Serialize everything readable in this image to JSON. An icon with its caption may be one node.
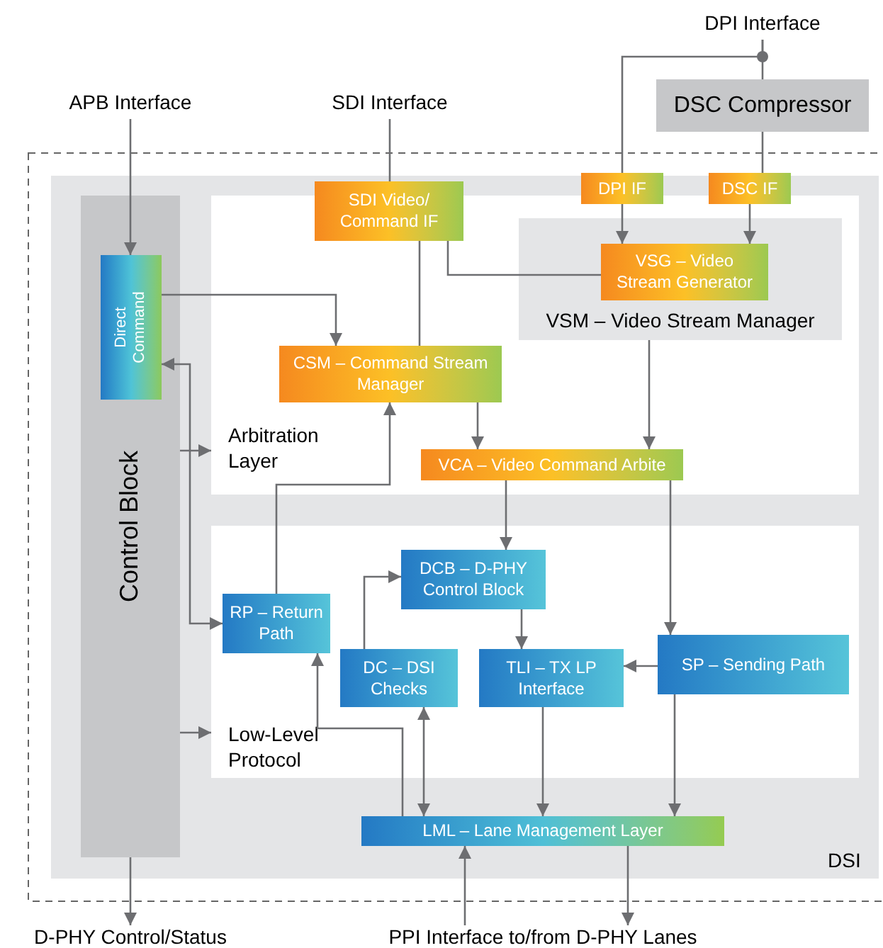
{
  "diagram": {
    "nodes": [
      {
        "text": [
          "DSI"
        ]
      },
      {
        "text": [
          "Control Block"
        ],
        "in": 0
      },
      {
        "text": [
          "Direct Command"
        ],
        "in": 1
      },
      {
        "text": [
          "Arbitration Layer"
        ],
        "in": 0
      },
      {
        "text": [
          "SDI Video/ Command IF"
        ],
        "in": 0
      },
      {
        "text": [
          "VSM – Video Stream Manager"
        ],
        "in": 3
      },
      {
        "text": [
          "VSG – Video Stream Generator"
        ],
        "in": 5
      },
      {
        "text": [
          "DPI IF"
        ],
        "in": 0
      },
      {
        "text": [
          "DSC IF"
        ],
        "in": 0
      },
      {
        "text": [
          "CSM – Command Stream Manager"
        ],
        "in": 3
      },
      {
        "text": [
          "VCA – Video Command Arbite"
        ],
        "in": 3
      },
      {
        "text": [
          "Low-Level Protocol"
        ],
        "in": 0
      },
      {
        "text": [
          "DCB – D-PHY Control Block"
        ],
        "in": 11
      },
      {
        "text": [
          "RP – Return Path"
        ],
        "in": 11
      },
      {
        "text": [
          "DC – DSI Checks"
        ],
        "in": 11
      },
      {
        "text": [
          "TLI – TX LP Interface"
        ],
        "in": 11
      },
      {
        "text": [
          "SP – Sending Path"
        ],
        "in": 11
      },
      {
        "text": [
          "LML – Lane Management Layer"
        ],
        "in": 0
      },
      {
        "text": [
          "DSC Compressor"
        ]
      },
      {
        "text": [
          "DPI Interface"
        ]
      },
      {
        "text": [
          "APB Interface"
        ]
      },
      {
        "text": [
          "SDI Interface"
        ]
      },
      {
        "text": [
          "D-PHY Control/Status"
        ]
      },
      {
        "text": [
          "PPI Interface to/from D-PHY Lanes"
        ]
      }
    ],
    "edges": [
      {
        "from": 20,
        "to": 2,
        "arrow": "to"
      },
      {
        "from": 21,
        "to": 4,
        "arrow": "none"
      },
      {
        "from": 19,
        "to": 18,
        "arrow": "none"
      },
      {
        "from": 19,
        "to": 7,
        "arrow": "none"
      },
      {
        "from": 18,
        "to": 8,
        "arrow": "none"
      },
      {
        "from": 7,
        "to": 6,
        "arrow": "to"
      },
      {
        "from": 8,
        "to": 6,
        "arrow": "to"
      },
      {
        "from": 4,
        "to": 6,
        "arrow": "none"
      },
      {
        "from": 4,
        "to": 9,
        "arrow": "none"
      },
      {
        "from": 2,
        "to": 9,
        "arrow": "to"
      },
      {
        "from": 9,
        "to": 10,
        "arrow": "to"
      },
      {
        "from": 5,
        "to": 10,
        "arrow": "to"
      },
      {
        "from": 10,
        "to": 12,
        "arrow": "to"
      },
      {
        "from": 10,
        "to": 16,
        "arrow": "to"
      },
      {
        "from": 13,
        "to": 2,
        "arrow": "both"
      },
      {
        "from": 1,
        "to": 3,
        "arrow": "to"
      },
      {
        "from": 1,
        "to": 11,
        "arrow": "to"
      },
      {
        "from": 13,
        "to": 9,
        "arrow": "to"
      },
      {
        "from": 14,
        "to": 12,
        "arrow": "to"
      },
      {
        "from": 12,
        "to": 15,
        "arrow": "to"
      },
      {
        "from": 16,
        "to": 15,
        "arrow": "to"
      },
      {
        "from": 16,
        "to": 17,
        "arrow": "to"
      },
      {
        "from": 15,
        "to": 17,
        "arrow": "to"
      },
      {
        "from": 14,
        "to": 17,
        "arrow": "both"
      },
      {
        "from": 17,
        "to": 13,
        "arrow": "to"
      },
      {
        "from": 1,
        "to": 22,
        "arrow": "to"
      },
      {
        "from": 23,
        "to": 17,
        "arrow": "to"
      },
      {
        "from": 17,
        "to": 23,
        "arrow": "to"
      }
    ]
  }
}
